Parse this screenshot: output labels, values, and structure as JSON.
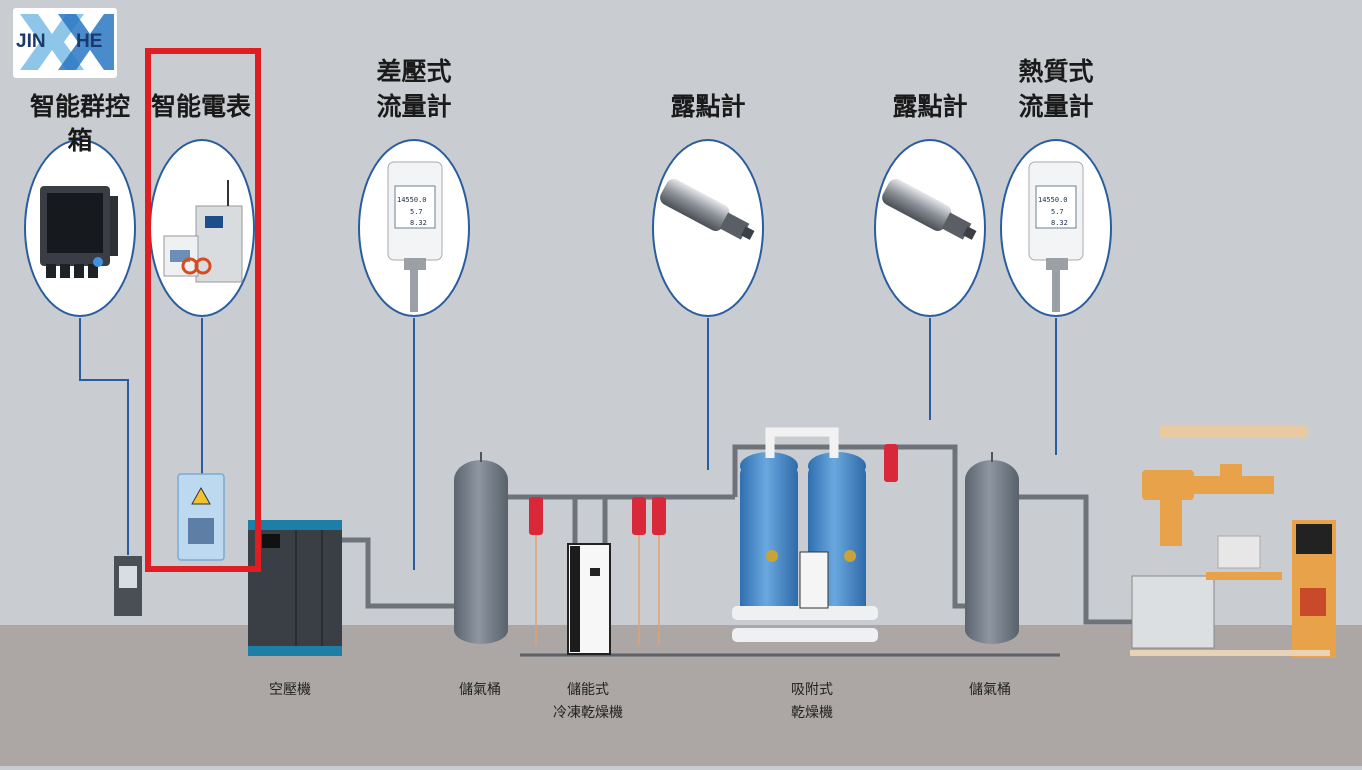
{
  "logo": {
    "left_text": "JIN",
    "right_text": "HE"
  },
  "top_labels": {
    "smart_controller": "智能群控箱",
    "smart_meter": "智能電表",
    "diff_pressure_flowmeter_line1": "差壓式",
    "diff_pressure_flowmeter_line2": "流量計",
    "dew_point_1": "露點計",
    "dew_point_2": "露點計",
    "thermal_flowmeter_line1": "熱質式",
    "thermal_flowmeter_line2": "流量計"
  },
  "bottom_labels": {
    "air_compressor": "空壓機",
    "tank_1": "儲氣桶",
    "refrigerated_dryer_line1": "儲能式",
    "refrigerated_dryer_line2": "冷凍乾燥機",
    "adsorption_dryer_line1": "吸附式",
    "adsorption_dryer_line2": "乾燥機",
    "tank_2": "儲氣桶"
  },
  "meter_display": {
    "line1": "14550.0",
    "line2": "5.7",
    "line3": "8.32"
  },
  "colors": {
    "wall": "#c9cdd2",
    "floor": "#aca7a5",
    "signal_line": "#2a5d9e",
    "pipe": "#6e737a",
    "highlight": "#e11d24",
    "filter": "#d8283a",
    "dryer_tank": "#4a8ed0",
    "storage_tank": "#7c8590"
  }
}
